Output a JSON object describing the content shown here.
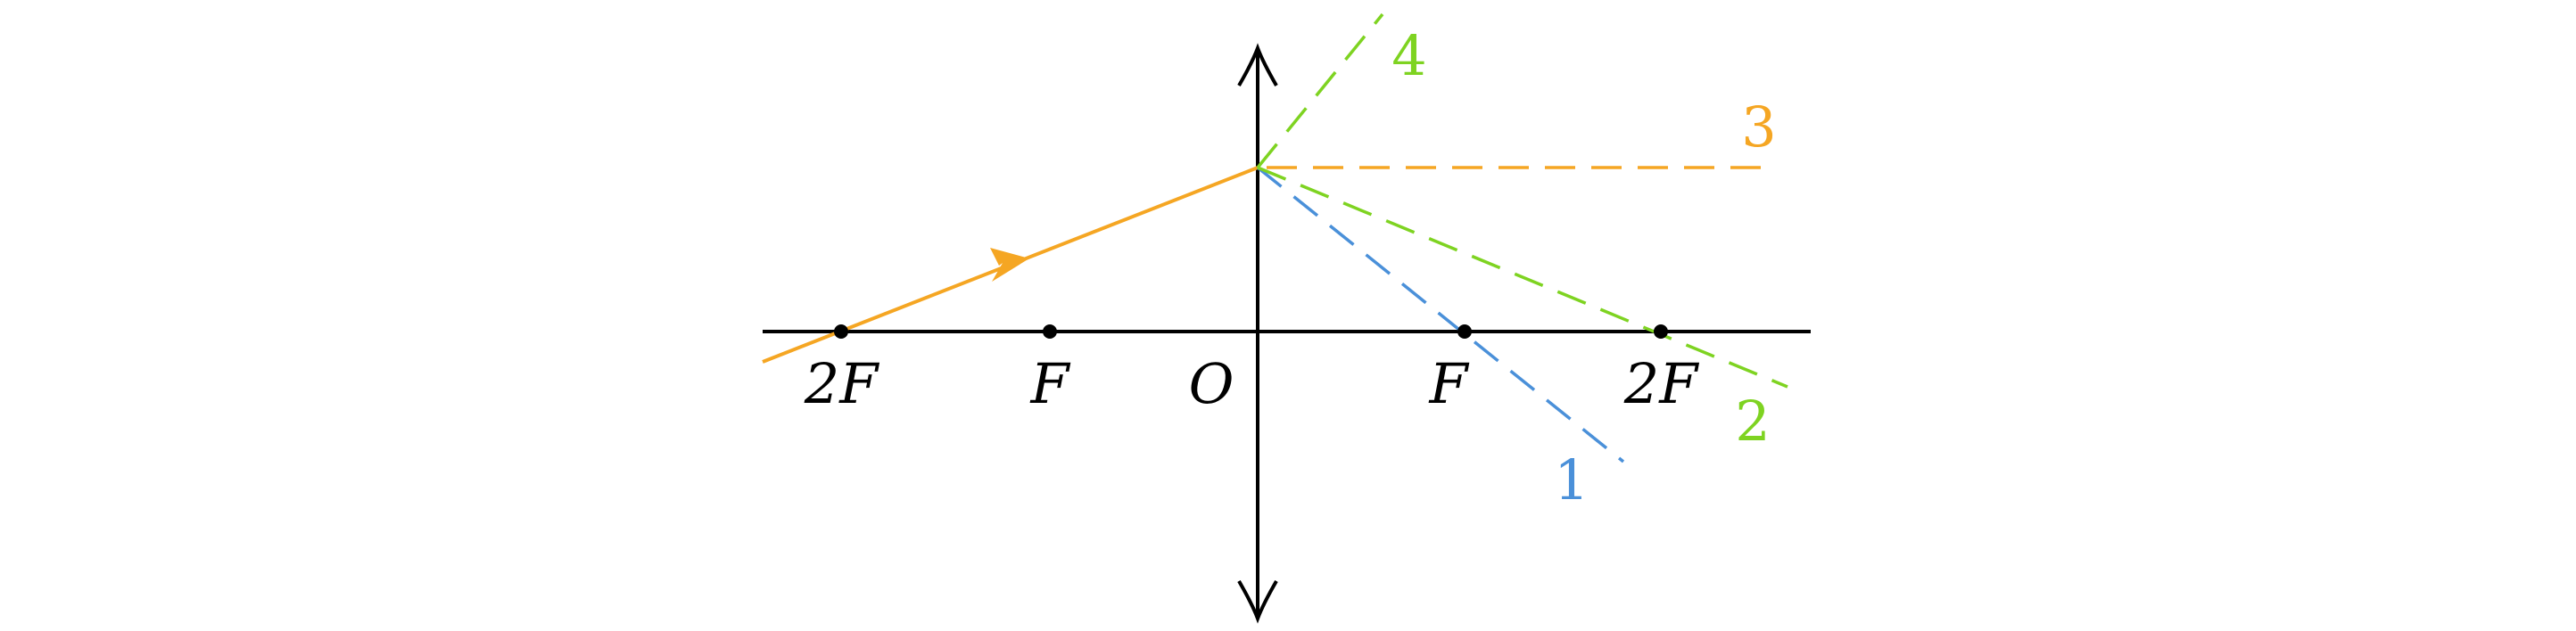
{
  "points": {
    "left_2f": {
      "label": "2F"
    },
    "left_f": {
      "label": "F"
    },
    "origin": {
      "label": "O"
    },
    "right_f": {
      "label": "F"
    },
    "right_2f": {
      "label": "2F"
    }
  },
  "rays": {
    "ray_1": {
      "label": "1",
      "color": "#4a90d9"
    },
    "ray_2": {
      "label": "2",
      "color": "#7ed321"
    },
    "ray_3": {
      "label": "3",
      "color": "#f5a623"
    },
    "ray_4": {
      "label": "4",
      "color": "#7ed321"
    }
  },
  "incident_ray": {
    "color": "#f5a623"
  }
}
